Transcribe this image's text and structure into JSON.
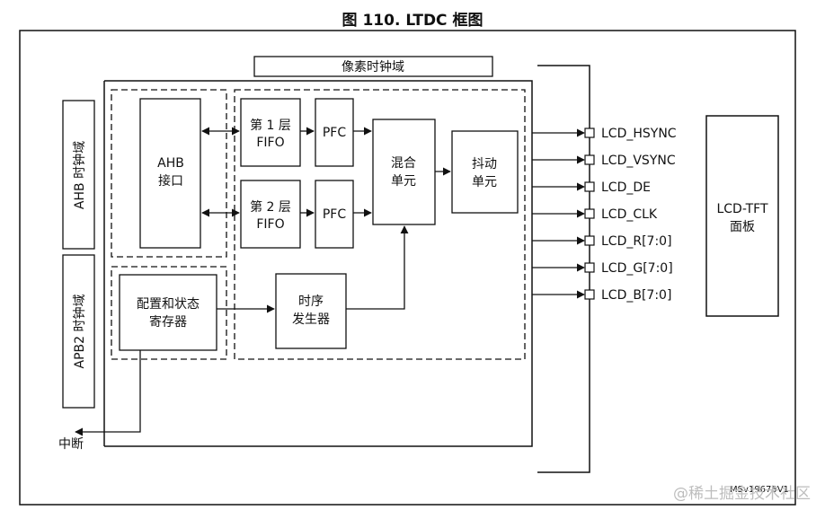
{
  "title": "图 110. LTDC 框图",
  "blocks": {
    "pixel_clock_domain": "像素时钟域",
    "ahb_clock_domain": "AHB 时钟域",
    "apb2_clock_domain": "APB2 时钟域",
    "ahb_interface_line1": "AHB",
    "ahb_interface_line2": "接口",
    "fifo1_line1": "第 1 层",
    "fifo1_line2": "FIFO",
    "fifo2_line1": "第 2 层",
    "fifo2_line2": "FIFO",
    "pfc1": "PFC",
    "pfc2": "PFC",
    "blend_line1": "混合",
    "blend_line2": "单元",
    "dither_line1": "抖动",
    "dither_line2": "单元",
    "config_line1": "配置和状态",
    "config_line2": "寄存器",
    "timing_line1": "时序",
    "timing_line2": "发生器",
    "interrupt": "中断",
    "panel_line1": "LCD-TFT",
    "panel_line2": "面板"
  },
  "signals": [
    "LCD_HSYNC",
    "LCD_VSYNC",
    "LCD_DE",
    "LCD_CLK",
    "LCD_R[7:0]",
    "LCD_G[7:0]",
    "LCD_B[7:0]"
  ],
  "figure_id": "MSv19675V1",
  "watermark": "@稀土掘金技术社区"
}
